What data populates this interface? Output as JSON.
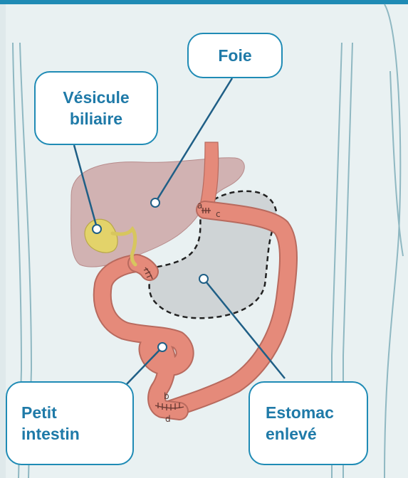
{
  "labels": {
    "foie": "Foie",
    "vesicule_line1": "Vésicule",
    "vesicule_line2": "biliaire",
    "petit_line1": "Petit",
    "petit_line2": "intestin",
    "estomac_line1": "Estomac",
    "estomac_line2": "enlevé"
  },
  "markers": {
    "a": "a",
    "b": "b",
    "c": "c",
    "d": "d"
  },
  "colors": {
    "background": "#e9f1f2",
    "border_blue": "#1f8bb5",
    "text_blue": "#1f7aa8",
    "intestine": "#e58a7a",
    "intestine_outline": "#b86a5e",
    "liver": "#caa0a0",
    "gallbladder": "#e3d36a",
    "removed_stomach": "#cfd4d6"
  }
}
